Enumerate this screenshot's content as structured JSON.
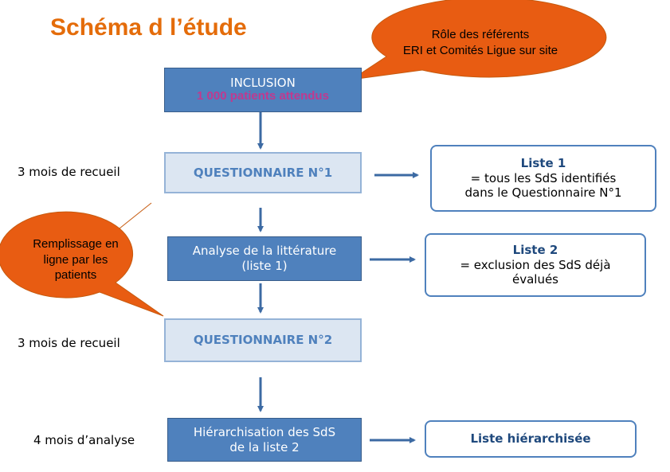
{
  "title": "Schéma d l’étude",
  "callouts": {
    "top_right": [
      "Rôle des référents",
      "ERI et Comités Ligue sur site"
    ],
    "left": [
      "Remplissage en",
      "ligne par les",
      "patients"
    ]
  },
  "steps": [
    {
      "lines": [
        "INCLUSION",
        "1 000 patients attendus"
      ]
    },
    {
      "lines": [
        "QUESTIONNAIRE N°1"
      ]
    },
    {
      "lines": [
        "Analyse de la littérature",
        "(liste 1)"
      ]
    },
    {
      "lines": [
        "QUESTIONNAIRE N°2"
      ]
    },
    {
      "lines": [
        "Hiérarchisation des SdS",
        "de la liste 2"
      ]
    }
  ],
  "durations": [
    "3 mois de recueil",
    "3 mois de recueil",
    "4 mois d’analyse"
  ],
  "outputs": [
    {
      "head": "Liste 1",
      "lines": [
        "= tous les SdS identifiés",
        "dans le Questionnaire N°1"
      ]
    },
    {
      "head": "Liste 2",
      "lines": [
        "= exclusion des SdS déjà",
        "évalués"
      ]
    },
    {
      "head": "Liste hiérarchisée",
      "lines": []
    }
  ],
  "colors": {
    "accent": "#e46c0a",
    "dark_box": "#4f81bd",
    "light_box": "#dce6f2",
    "highlight_text": "#c0398f",
    "arrow": "#3c6aa3"
  }
}
